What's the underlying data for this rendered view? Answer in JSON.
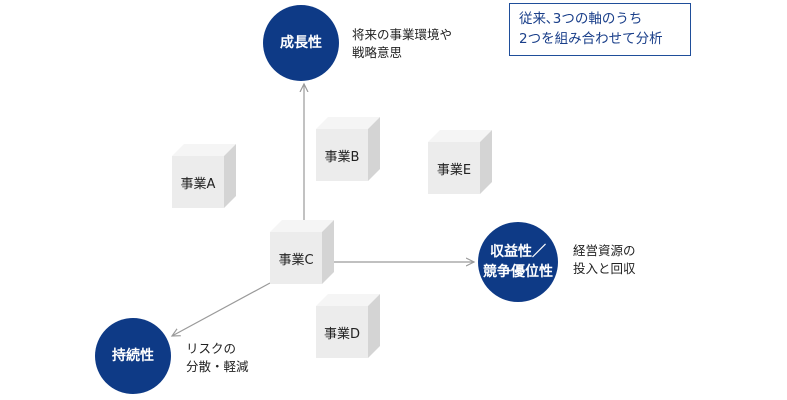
{
  "note": {
    "line1": "従来､3つの軸のうち",
    "line2": "2つを組み合わせて分析"
  },
  "axes": {
    "growth": {
      "title": "成長性",
      "desc1": "将来の事業環境や",
      "desc2": "戦略意思"
    },
    "profitability": {
      "title1": "収益性／",
      "title2": "競争優位性",
      "desc1": "経営資源の",
      "desc2": "投入と回収"
    },
    "sustainability": {
      "title": "持続性",
      "desc1": "リスクの",
      "desc2": "分散・軽減"
    }
  },
  "businesses": {
    "a": "事業A",
    "b": "事業B",
    "c": "事業C",
    "d": "事業D",
    "e": "事業E"
  },
  "colors": {
    "accent": "#0e3a86",
    "line": "#9a9a9a"
  }
}
